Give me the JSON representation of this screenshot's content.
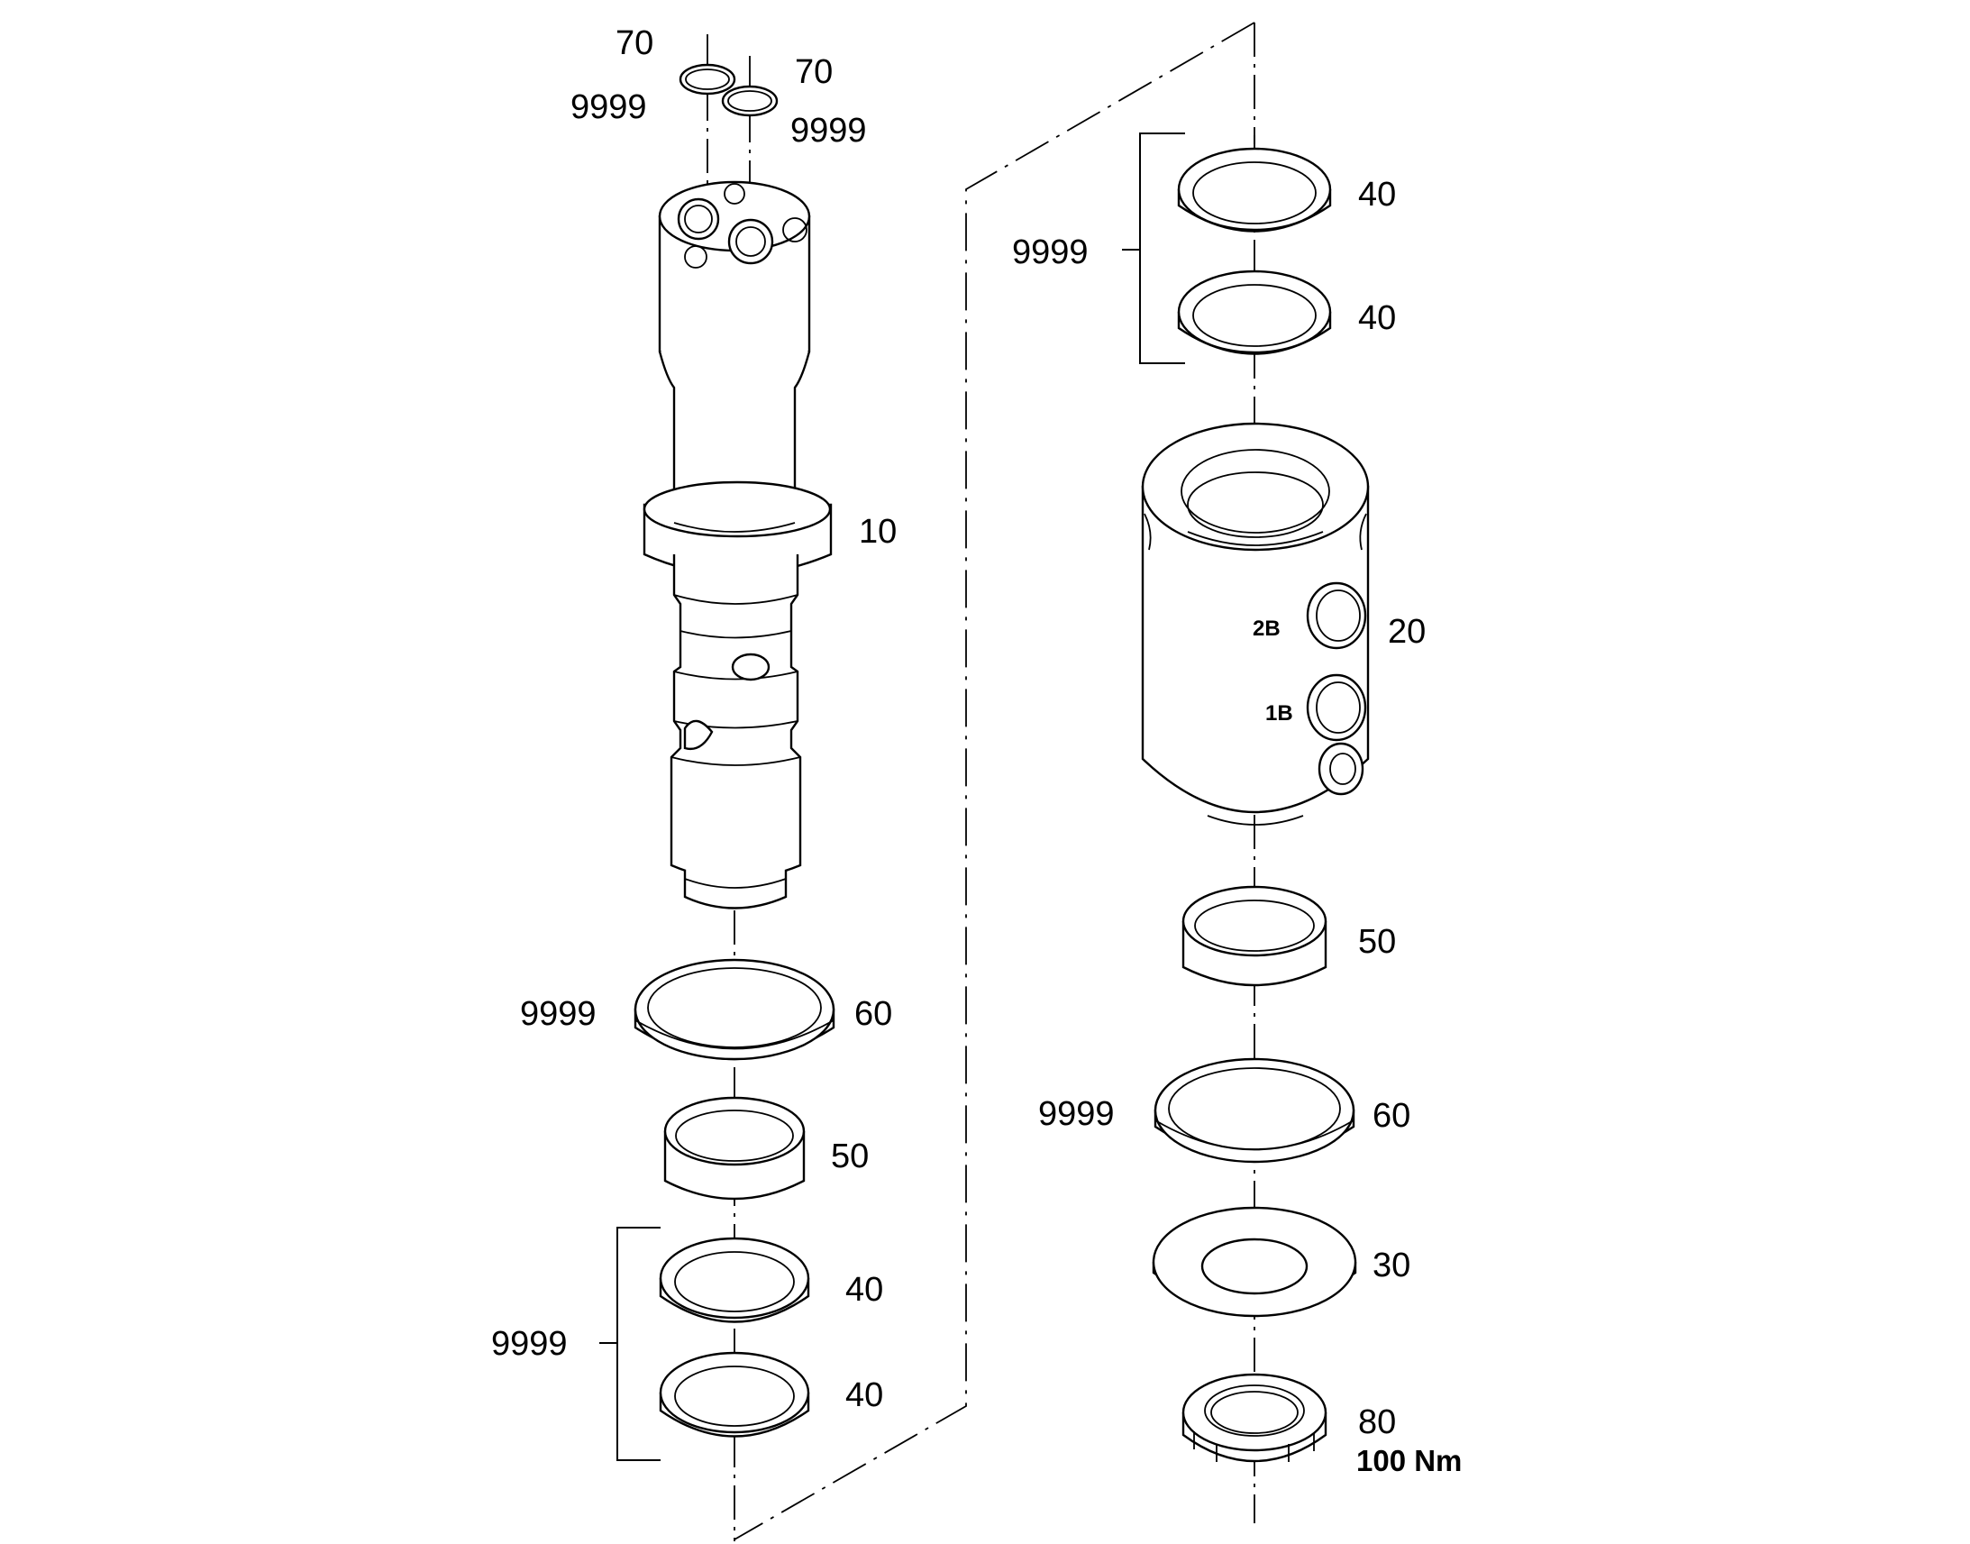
{
  "labels": {
    "top_oring_left_pos": "70",
    "top_oring_right_pos": "70",
    "top_oring_left_kit": "9999",
    "top_oring_right_kit": "9999",
    "spool": "10",
    "housing": "20",
    "port_2b": "2B",
    "port_1b": "1B",
    "left_seal_kit": "9999",
    "left_seal_pos": "60",
    "left_bushing": "50",
    "left_bracket_kit": "9999",
    "left_ring_upper": "40",
    "left_ring_lower": "40",
    "right_bracket_kit": "9999",
    "right_ring_upper": "40",
    "right_ring_lower": "40",
    "right_bushing": "50",
    "right_seal_kit": "9999",
    "right_seal_pos": "60",
    "washer": "30",
    "nut": "80",
    "nut_torque": "100 Nm"
  }
}
